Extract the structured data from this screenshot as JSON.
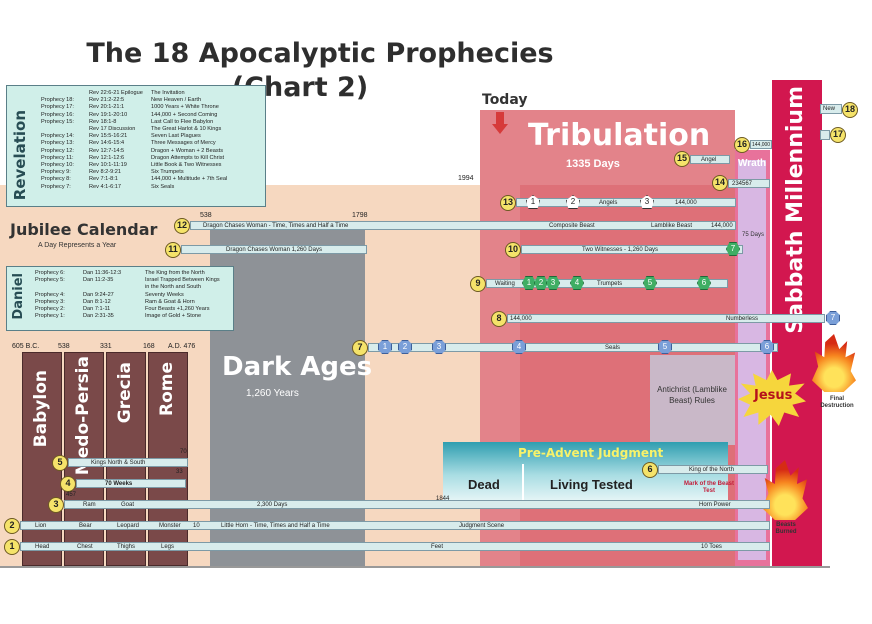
{
  "title": {
    "line1": "The 18 Apocalyptic Prophecies",
    "line2": "(Chart 2)"
  },
  "today_label": "Today",
  "year_1994": "1994",
  "years": {
    "bc605": "605 B.C.",
    "y538": "538",
    "y331": "331",
    "y168": "168",
    "ad476": "A.D. 476",
    "y538b": "538",
    "y1798": "1798",
    "y1844": "1844",
    "y457": "457",
    "y70": "70",
    "y33": "33"
  },
  "kingdoms": {
    "babylon": "Babylon",
    "medo_persia": "Medo-Persia",
    "grecia": "Grecia",
    "rome": "Rome"
  },
  "dark_ages": {
    "title": "Dark Ages",
    "sub": "1,260 Years"
  },
  "tribulation": {
    "title": "Tribulation",
    "sub": "1335 Days"
  },
  "millennium": "Sabbath Millennium",
  "wrath": "Wrath",
  "days75": "75 Days",
  "jesus": "Jesus",
  "final_destruction": "Final Destruction",
  "beasts_burned": "Beasts Burned",
  "antichrist": "Antichrist (Lamblike Beast) Rules",
  "judgment": {
    "title": "Pre-Advent Judgment",
    "dead": "Dead",
    "living": "Living Tested"
  },
  "mark": "Mark of the Beast Test",
  "jubilee": {
    "title": "Jubilee Calendar",
    "sub": "A Day Represents a Year"
  },
  "revelation": {
    "label": "Revelation",
    "rows": [
      [
        "",
        "Rev 22:6-21 Epilogue",
        "The Invitation"
      ],
      [
        "Prophecy 18:",
        "Rev 21:2-22:5",
        "New Heaven / Earth"
      ],
      [
        "Prophecy 17:",
        "Rev 20:1-21:1",
        "1000 Years + White Throne"
      ],
      [
        "Prophecy 16:",
        "Rev 19:1-20:10",
        "144,000 + Second Coming"
      ],
      [
        "Prophecy 15:",
        "Rev 18:1-8",
        "Last Call to Flee Babylon"
      ],
      [
        "",
        "Rev 17 Discussion",
        "The Great Harlot & 10 Kings"
      ],
      [
        "Prophecy 14:",
        "Rev 15:5-16:21",
        "Seven Last Plagues"
      ],
      [
        "Prophecy 13:",
        "Rev 14:6-15:4",
        "Three Messages of Mercy"
      ],
      [
        "Prophecy 12:",
        "Rev 12:7-14:5",
        "Dragon + Woman + 2 Beasts"
      ],
      [
        "Prophecy 11:",
        "Rev 12:1-12:6",
        "Dragon Attempts to Kill Christ"
      ],
      [
        "Prophecy 10:",
        "Rev 10:1-11:19",
        "Little Book & Two Witnesses"
      ],
      [
        "Prophecy 9:",
        "Rev 8:2-9:21",
        "Six Trumpets"
      ],
      [
        "Prophecy 8:",
        "Rev 7:1-8:1",
        "144,000 + Multitude + 7th Seal"
      ],
      [
        "Prophecy 7:",
        "Rev 4:1-6:17",
        "Six Seals"
      ]
    ]
  },
  "daniel": {
    "label": "Daniel",
    "rows": [
      [
        "Prophecy 6:",
        "Dan 11:36-12:3",
        "The King from the North"
      ],
      [
        "Prophecy 5:",
        "Dan 11:2-35",
        "Israel Trapped Between Kings"
      ],
      [
        "",
        "",
        "in the North and South"
      ],
      [
        "Prophecy 4:",
        "Dan 9:24-27",
        "Seventy Weeks"
      ],
      [
        "Prophecy 3:",
        "Dan 8:1-12",
        "Ram & Goat & Horn"
      ],
      [
        "Prophecy 2:",
        "Dan 7:1-11",
        "Four Beasts +1,260 Years"
      ],
      [
        "Prophecy 1:",
        "Dan 2:31-35",
        "Image of Gold + Stone"
      ]
    ]
  },
  "bars": {
    "p12": "Dragon Chases Woman - Time, Times and Half a Time",
    "p12b": "Composite Beast",
    "p12c": "Lamblike Beast",
    "p12d": "144,000",
    "p11": "Dragon Chases Woman 1,260 Days",
    "p10": "Two Witnesses - 1,260 Days",
    "p9a": "Waiting",
    "p9b": "Trumpets",
    "p8a": "144,000",
    "p8b": "Numberless",
    "p7": "Seals",
    "p13": "Angels",
    "p13b": "144,000",
    "p16": "144,000",
    "p14": "234567",
    "p15": "Angel",
    "p18": "New",
    "p6": "King of the North",
    "p5": "Kings North & South",
    "p4": "70 Weeks",
    "p3a": "Ram",
    "p3b": "Goat",
    "p3c": "2,300 Days",
    "p3d": "Horn Power",
    "p2a": "Lion",
    "p2b": "Bear",
    "p2c": "Leopard",
    "p2d": "Monster",
    "p2e": "10",
    "p2f": "Little Horn - Time, Times and Half a Time",
    "p2g": "Judgment Scene",
    "p1a": "Head",
    "p1b": "Chest",
    "p1c": "Thighs",
    "p1d": "Legs",
    "p1e": "Feet",
    "p1f": "10 Toes"
  },
  "numbers": {
    "n1": "1",
    "n2": "2",
    "n3": "3",
    "n4": "4",
    "n5": "5",
    "n6": "6",
    "n7": "7",
    "n8": "8",
    "n9": "9",
    "n10": "10",
    "n11": "11",
    "n12": "12",
    "n13": "13",
    "n14": "14",
    "n15": "15",
    "n16": "16",
    "n17": "17",
    "n18": "18"
  },
  "seals": [
    "1",
    "2",
    "3",
    "4",
    "5",
    "6"
  ],
  "trumpets": [
    "1",
    "2",
    "3",
    "4",
    "5",
    "6"
  ],
  "angels": [
    "1",
    "2",
    "3"
  ],
  "seven": "7",
  "colors": {
    "peach": "#f7d9c2",
    "gray": "#8e9398",
    "maroon": "#7b4b4b",
    "red": "#d9606a",
    "magenta": "#d4125a",
    "teal": "#cfeeea"
  }
}
